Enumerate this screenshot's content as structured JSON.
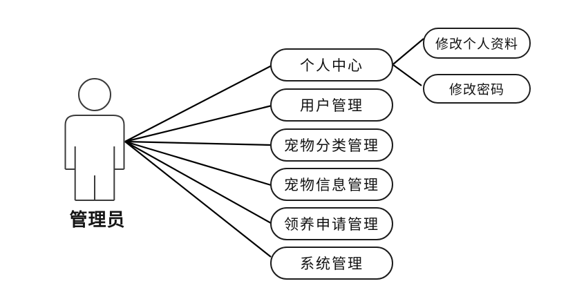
{
  "diagram": {
    "type": "use-case-diagram",
    "background_color": "#ffffff",
    "stroke_color": "#000000",
    "actor": {
      "label": "管理员"
    },
    "usecases": [
      {
        "id": "personal-center",
        "label": "个人中心"
      },
      {
        "id": "user-management",
        "label": "用户管理"
      },
      {
        "id": "pet-category-management",
        "label": "宠物分类管理"
      },
      {
        "id": "pet-info-management",
        "label": "宠物信息管理"
      },
      {
        "id": "adoption-request-management",
        "label": "领养申请管理"
      },
      {
        "id": "system-management",
        "label": "系统管理"
      }
    ],
    "sub_usecases": [
      {
        "id": "edit-profile",
        "label": "修改个人资料",
        "parent": "个人中心"
      },
      {
        "id": "change-password",
        "label": "修改密码",
        "parent": "个人中心"
      }
    ]
  }
}
